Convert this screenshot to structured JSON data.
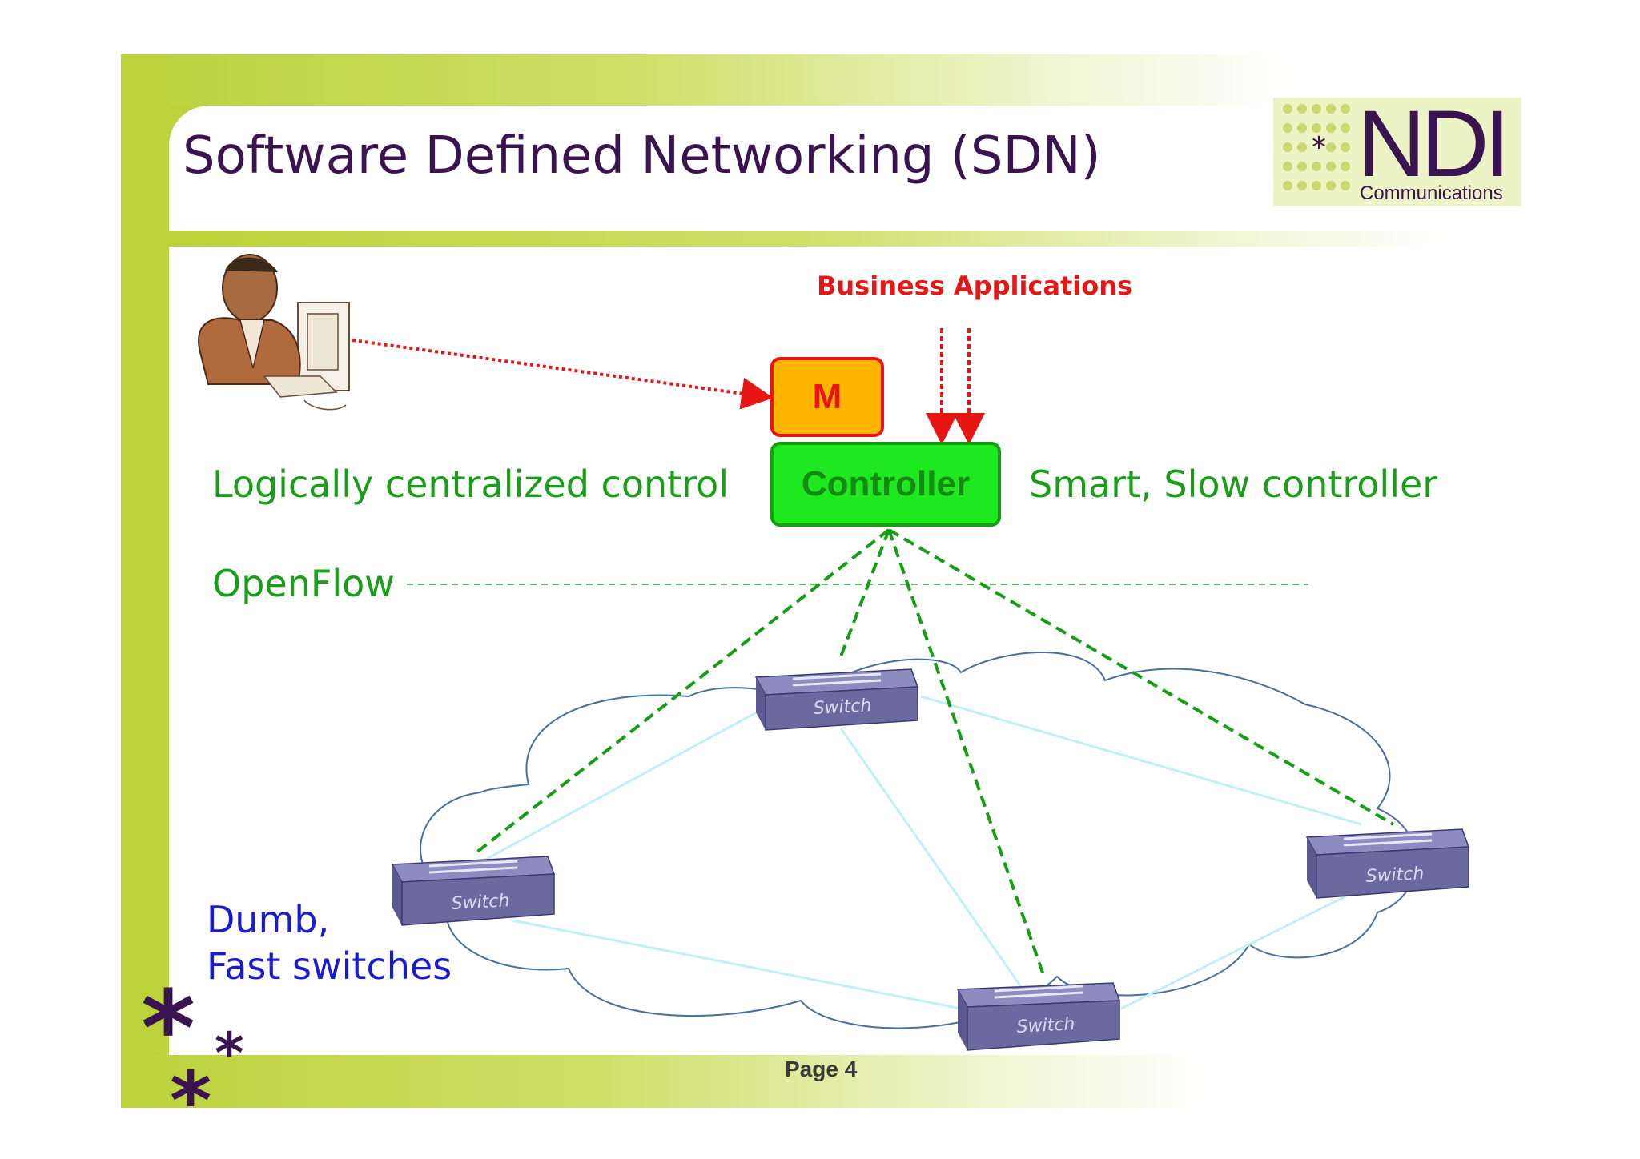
{
  "slide": {
    "title": "Software Defined Networking (SDN)",
    "page_label": "Page 4"
  },
  "logo": {
    "name": "NDI",
    "tagline": "Communications"
  },
  "diagram": {
    "business_apps": "Business Applications",
    "m_box": "M",
    "controller": "Controller",
    "left_label": "Logically centralized control",
    "right_label": "Smart, Slow controller",
    "protocol_label": "OpenFlow",
    "switches_label_1": "Dumb,",
    "switches_label_2": "Fast switches",
    "switch_label": "Switch"
  },
  "colors": {
    "title": "#3a1450",
    "accent_green": "#bcd23a",
    "label_green": "#1a9e1a",
    "label_blue": "#1a1ad0",
    "red": "#e81515",
    "m_fill": "#ffb400",
    "controller_fill": "#1ee81e",
    "switch_fill": "#6a6aa0"
  }
}
